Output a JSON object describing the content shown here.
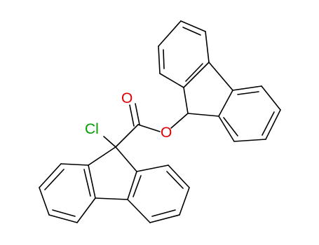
{
  "molecule": {
    "atom_labels": {
      "chlorine": {
        "text": "Cl",
        "color": "#00a000"
      },
      "carbonyl_oxygen": {
        "text": "O",
        "color": "#e00000"
      },
      "ester_oxygen": {
        "text": "O",
        "color": "#e00000"
      }
    },
    "bond_color": "#000000",
    "background": "#ffffff"
  }
}
